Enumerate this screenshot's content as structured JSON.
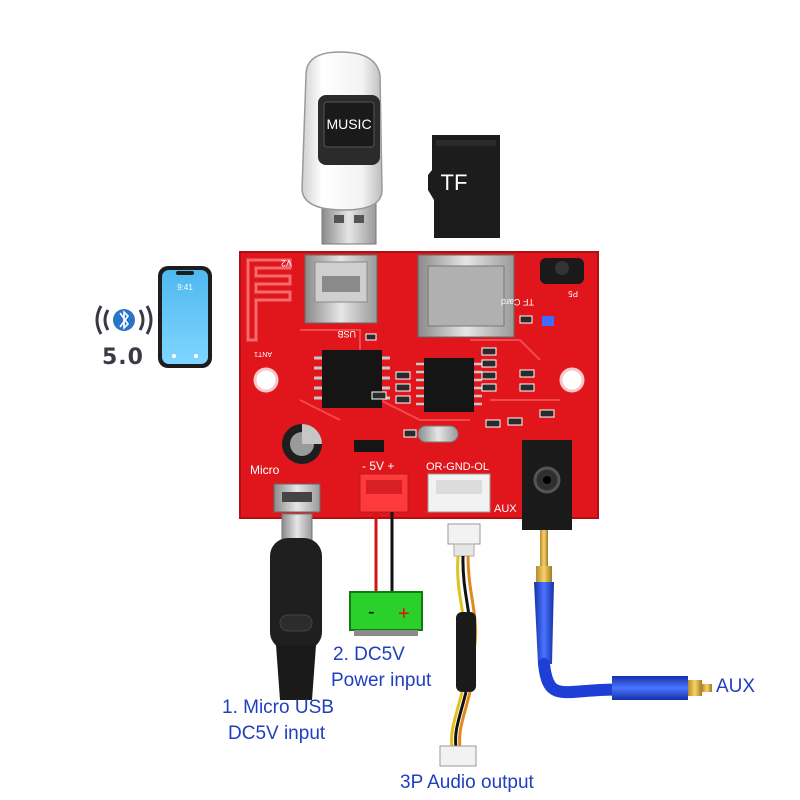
{
  "usb_stick": {
    "label": "MUSIC"
  },
  "tf_card": {
    "label": "TF"
  },
  "phone": {
    "time": "9:41",
    "bluetooth_version": "5.0"
  },
  "board": {
    "silkscreen": {
      "usb": "USB",
      "tf_card": "TF Card",
      "micro": "Micro",
      "power": "- 5V +",
      "audio_out": "OR-GND-OL",
      "aux": "AUX",
      "v2": "V2",
      "p5": "P5",
      "ant": "ANT1"
    },
    "battery": {
      "minus": "-",
      "plus": "+"
    }
  },
  "labels": {
    "micro_usb_line1": "1. Micro USB",
    "micro_usb_line2": "DC5V input",
    "dc5v_line1": "2. DC5V",
    "dc5v_line2": "Power input",
    "audio_output": "3P Audio output",
    "aux": "AUX"
  },
  "colors": {
    "board_red": "#e0161c",
    "label_blue": "#1f3fbf",
    "aux_cable_blue": "#1e3fd6",
    "battery_green": "#2bd12b"
  }
}
